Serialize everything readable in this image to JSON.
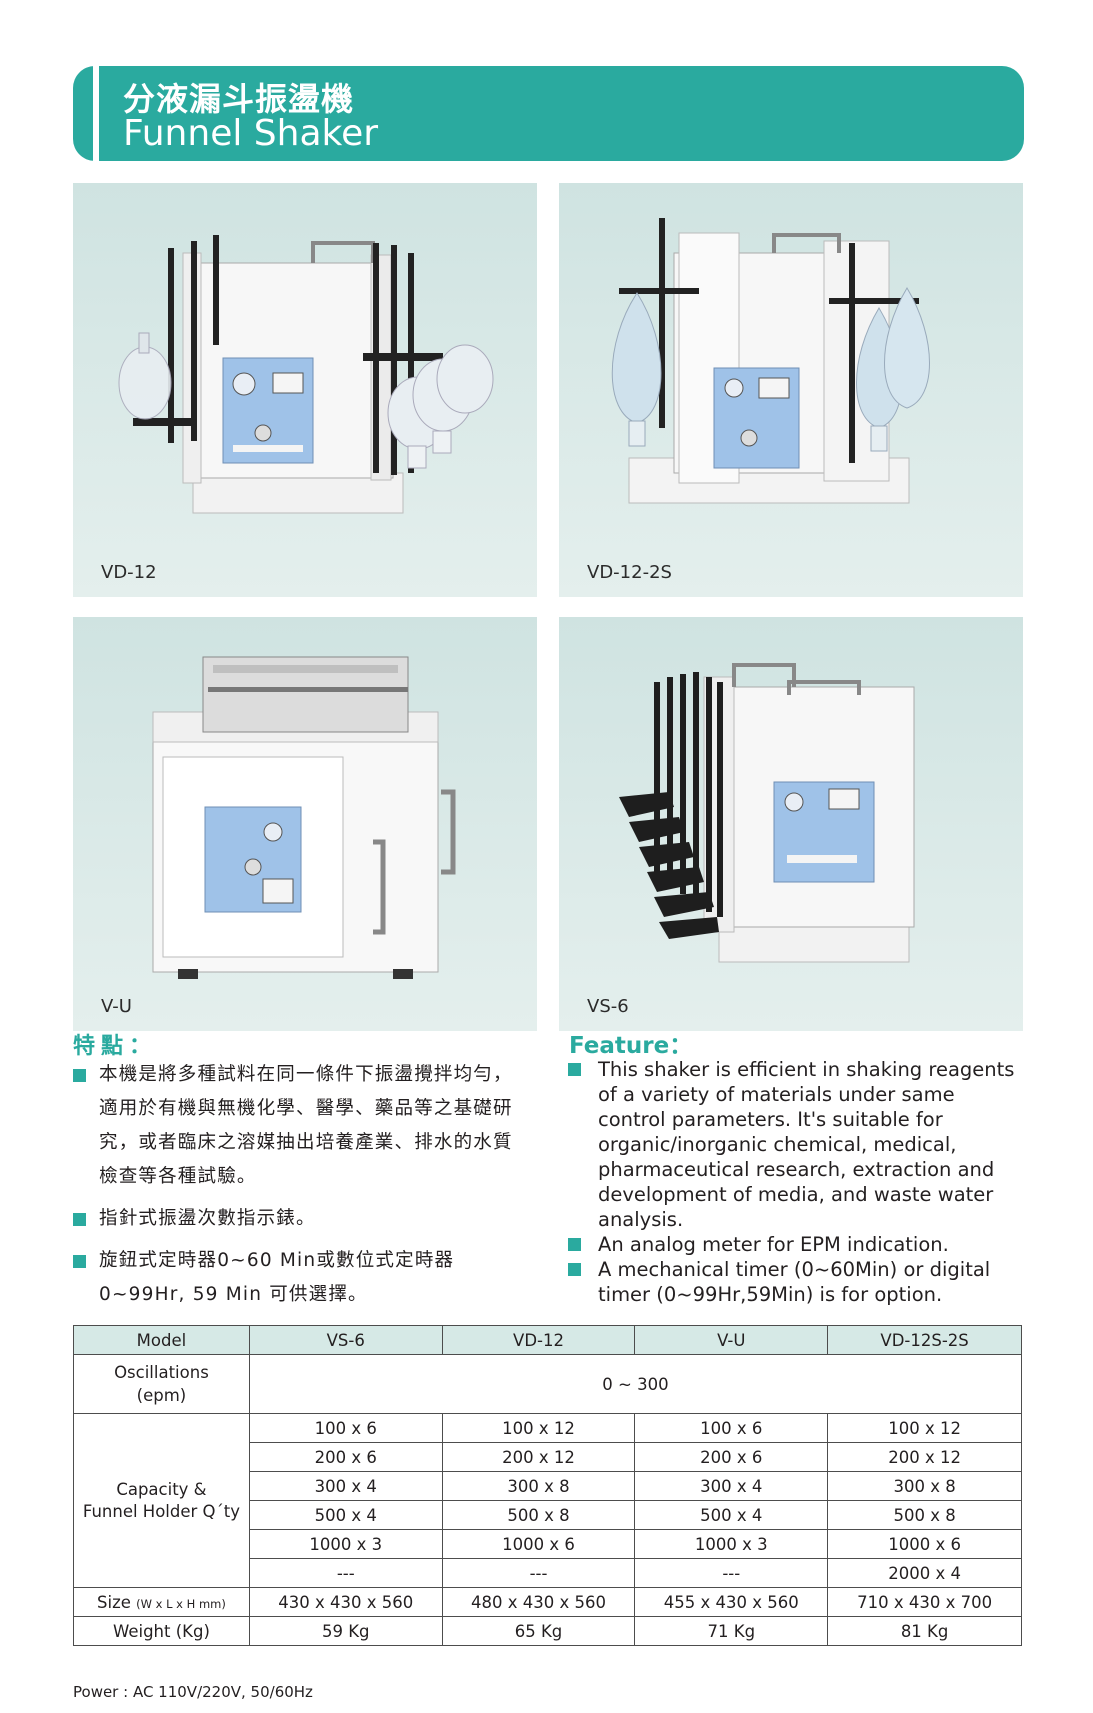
{
  "header": {
    "title_zh": "分液漏斗振盪機",
    "title_en": "Funnel Shaker"
  },
  "products": [
    {
      "model": "VD-12"
    },
    {
      "model": "VD-12-2S"
    },
    {
      "model": "V-U"
    },
    {
      "model": "VS-6"
    }
  ],
  "features_zh": {
    "heading": "特點：",
    "items": [
      "本機是將多種試料在同一條件下振盪攪拌均勻，適用於有機與無機化學、醫學、藥品等之基礎研究，或者臨床之溶媒抽出培養產業、排水的水質檢查等各種試驗。",
      "指針式振盪次數指示錶。",
      "旋鈕式定時器0~60 Min或數位式定時器0~99Hr, 59 Min 可供選擇。"
    ]
  },
  "features_en": {
    "heading": "Feature：",
    "items": [
      "This shaker is efficient in shaking reagents of a variety of materials under same control parameters. It's suitable for organic/inorganic chemical, medical, pharmaceutical research, extraction and development of media, and waste water analysis.",
      "An analog meter for EPM indication.",
      "A mechanical timer (0~60Min) or digital timer (0~99Hr,59Min) is for option."
    ]
  },
  "spec_table": {
    "headers": [
      "Model",
      "VS-6",
      "VD-12",
      "V-U",
      "VD-12S-2S"
    ],
    "oscillations_label_1": "Oscillations",
    "oscillations_label_2": "(epm)",
    "oscillations_value": "0 ~ 300",
    "capacity_label_1": "Capacity &",
    "capacity_label_2": "Funnel Holder Q´ty",
    "capacity_rows": [
      [
        "100 x 6",
        "100 x 12",
        "100 x 6",
        "100 x 12"
      ],
      [
        "200 x 6",
        "200 x 12",
        "200 x 6",
        "200 x 12"
      ],
      [
        "300 x 4",
        "300 x 8",
        "300 x 4",
        "300 x 8"
      ],
      [
        "500 x 4",
        "500 x 8",
        "500 x 4",
        "500 x 8"
      ],
      [
        "1000 x 3",
        "1000 x 6",
        "1000 x 3",
        "1000 x 6"
      ],
      [
        "---",
        "---",
        "---",
        "2000 x 4"
      ]
    ],
    "size_label": "Size",
    "size_unit": "(W x L x H mm)",
    "size_values": [
      "430 x 430 x 560",
      "480 x 430 x 560",
      "455 x 430 x 560",
      "710 x 430 x 700"
    ],
    "weight_label": "Weight (Kg)",
    "weight_values": [
      "59 Kg",
      "65 Kg",
      "71 Kg",
      "81 Kg"
    ]
  },
  "power_note": "Power : AC 110V/220V, 50/60Hz",
  "colors": {
    "accent": "#2aaa9f",
    "table_header": "#d6e9e6"
  }
}
